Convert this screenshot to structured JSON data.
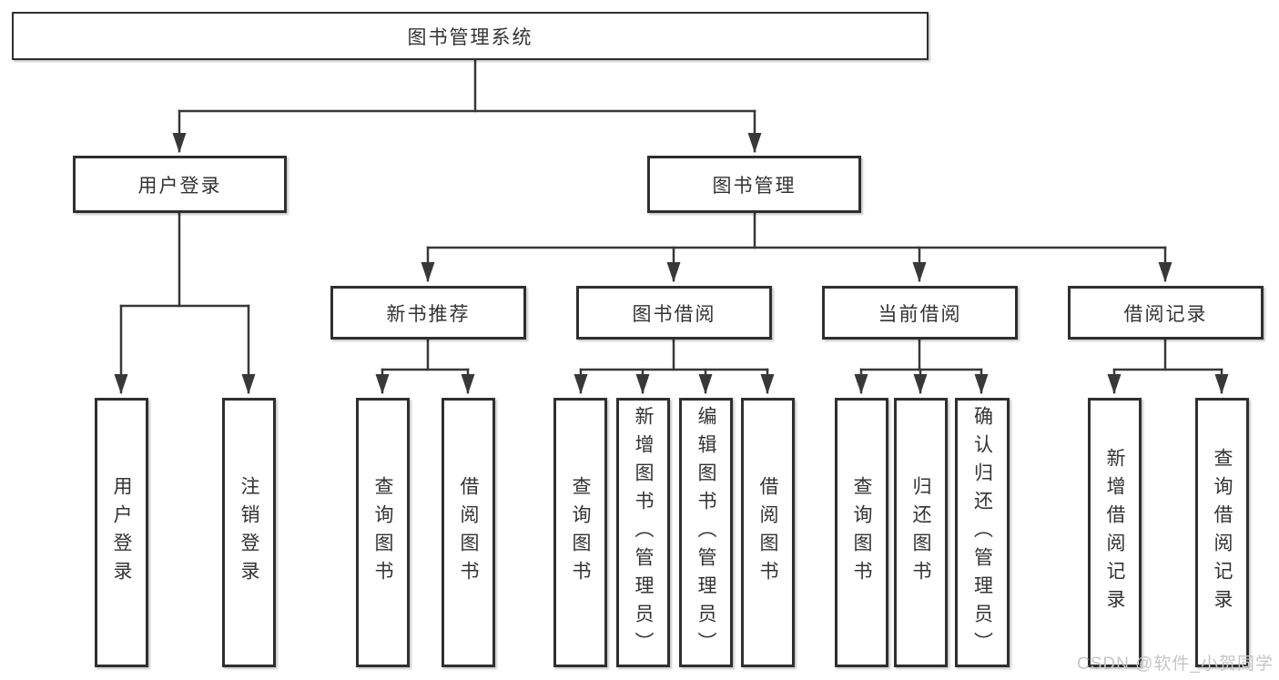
{
  "tree": {
    "label": "图书管理系统",
    "children": [
      {
        "label": "用户登录",
        "children": [
          {
            "label": "用户登录"
          },
          {
            "label": "注销登录"
          }
        ]
      },
      {
        "label": "图书管理",
        "children": [
          {
            "label": "新书推荐",
            "children": [
              {
                "label": "查询图书"
              },
              {
                "label": "借阅图书"
              }
            ]
          },
          {
            "label": "图书借阅",
            "children": [
              {
                "label": "查询图书"
              },
              {
                "label": "新增图书（管理员）"
              },
              {
                "label": "编辑图书（管理员）"
              },
              {
                "label": "借阅图书"
              }
            ]
          },
          {
            "label": "当前借阅",
            "children": [
              {
                "label": "查询图书"
              },
              {
                "label": "归还图书"
              },
              {
                "label": "确认归还（管理员）"
              }
            ]
          },
          {
            "label": "借阅记录",
            "children": [
              {
                "label": "新增借阅记录"
              },
              {
                "label": "查询借阅记录"
              }
            ]
          }
        ]
      }
    ]
  },
  "watermark": {
    "text": "CSDN @软件_小贺同学",
    "color": "#c6c6c6"
  },
  "colors": {
    "line": "#383838",
    "box_border": "#2f2f2f",
    "text": "#333333",
    "background": "#ffffff"
  }
}
